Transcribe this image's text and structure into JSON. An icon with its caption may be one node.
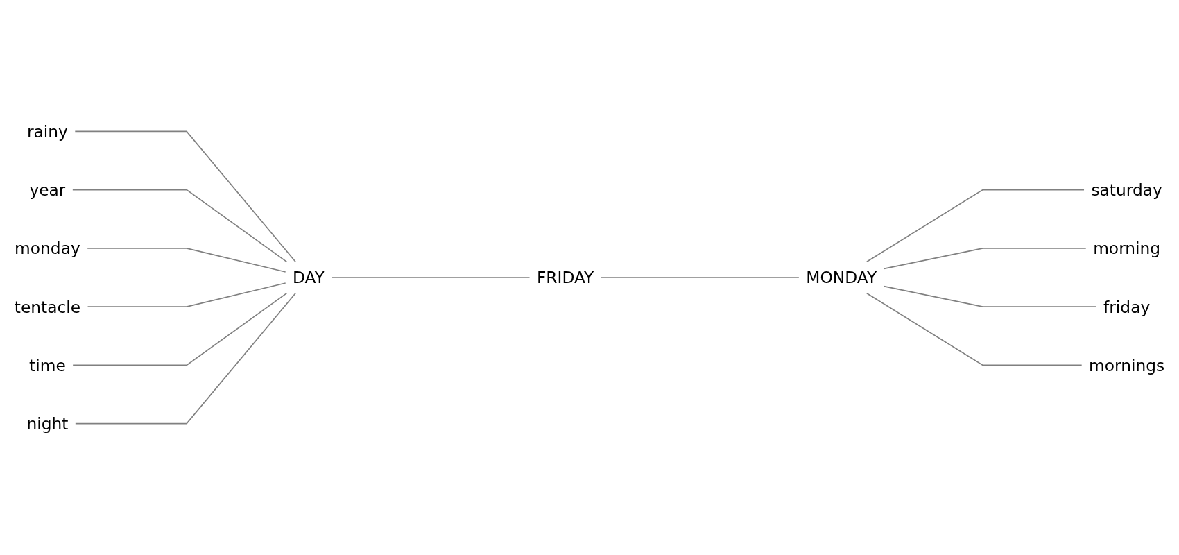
{
  "diagram": {
    "nodes": [
      {
        "text": [
          "rainy"
        ]
      },
      {
        "text": [
          "year"
        ]
      },
      {
        "text": [
          "saturday"
        ]
      },
      {
        "text": [
          "morning"
        ]
      },
      {
        "text": [
          "monday"
        ]
      },
      {
        "text": [
          "DAY"
        ]
      },
      {
        "text": [
          "FRIDAY"
        ]
      },
      {
        "text": [
          "MONDAY"
        ]
      },
      {
        "text": [
          "tentacle"
        ]
      },
      {
        "text": [
          "friday"
        ]
      },
      {
        "text": [
          "night"
        ]
      },
      {
        "text": [
          "mornings"
        ]
      },
      {
        "text": [
          "time"
        ]
      }
    ],
    "edges": [
      {
        "from": 0,
        "to": 5,
        "arrow": "none"
      },
      {
        "from": 1,
        "to": 5,
        "arrow": "none"
      },
      {
        "from": 4,
        "to": 5,
        "arrow": "none"
      },
      {
        "from": 8,
        "to": 5,
        "arrow": "none"
      },
      {
        "from": 12,
        "to": 5,
        "arrow": "none"
      },
      {
        "from": 10,
        "to": 5,
        "arrow": "none"
      },
      {
        "from": 5,
        "to": 6,
        "arrow": "none"
      },
      {
        "from": 6,
        "to": 7,
        "arrow": "none"
      },
      {
        "from": 7,
        "to": 2,
        "arrow": "none"
      },
      {
        "from": 7,
        "to": 3,
        "arrow": "none"
      },
      {
        "from": 7,
        "to": 9,
        "arrow": "none"
      },
      {
        "from": 7,
        "to": 11,
        "arrow": "none"
      }
    ]
  }
}
